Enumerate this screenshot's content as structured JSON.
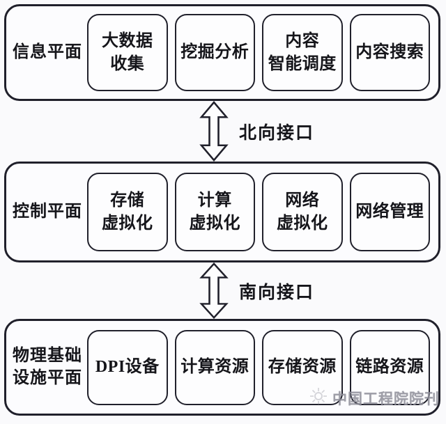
{
  "diagram": {
    "layers": [
      {
        "label": "信息平面",
        "boxes": [
          "大数据\n收集",
          "挖掘分析",
          "内容\n智能调度",
          "内容搜索"
        ]
      },
      {
        "label": "控制平面",
        "boxes": [
          "存储\n虚拟化",
          "计算\n虚拟化",
          "网络\n虚拟化",
          "网络管理"
        ]
      },
      {
        "label": "物理基础\n设施平面",
        "boxes": [
          "DPI设备",
          "计算资源",
          "存储资源",
          "链路资源"
        ]
      }
    ],
    "interfaces": [
      {
        "label": "北向接口"
      },
      {
        "label": "南向接口"
      }
    ],
    "watermark": "中国工程院院刊",
    "colors": {
      "border": "#20202b",
      "text": "#15151a",
      "background": "#fafafc",
      "box_fill": "#fdfdfe",
      "watermark": "#8e8e99"
    }
  }
}
